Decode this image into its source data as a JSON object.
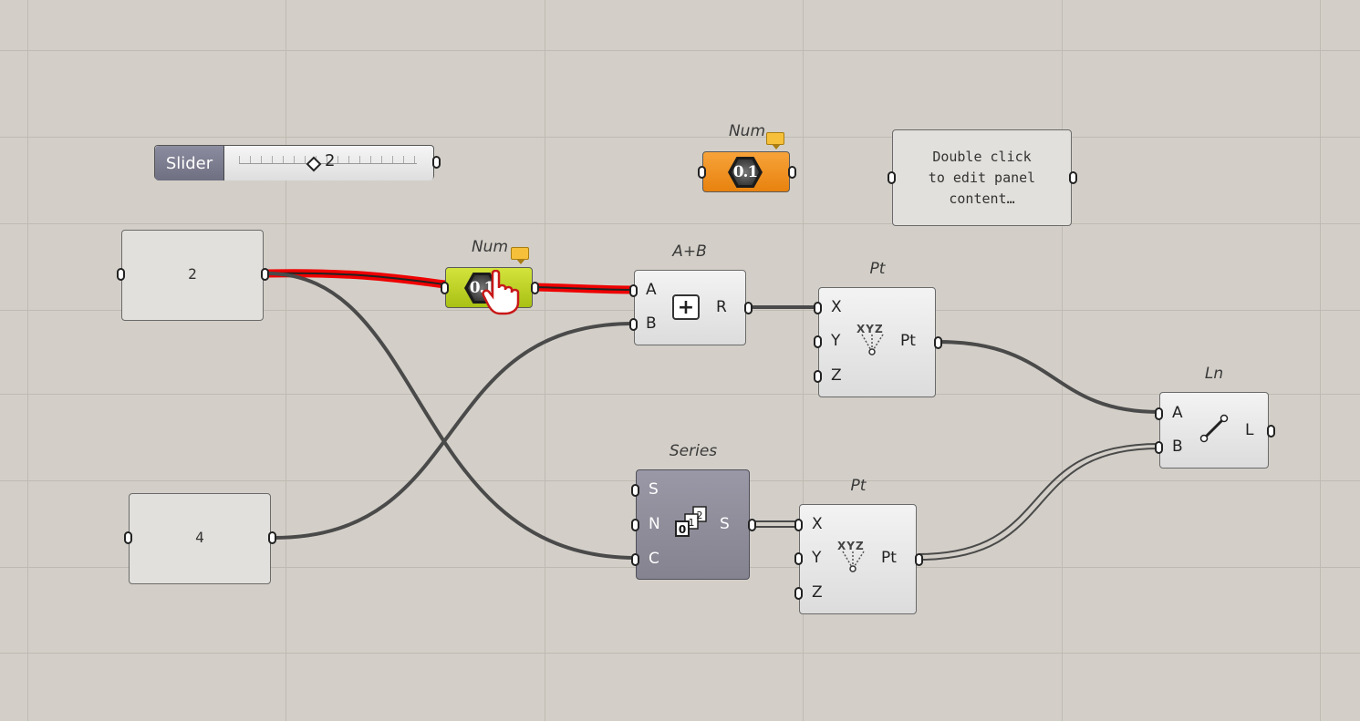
{
  "canvas": {
    "background": "#d3cfc8",
    "wire_color": "#4a4a4a",
    "selected_wire_color": "#ee0000"
  },
  "slider": {
    "label": "Slider",
    "value": "2"
  },
  "panels": [
    {
      "text": "2"
    },
    {
      "text": "4"
    },
    {
      "text_lines": [
        "Double click",
        "to edit panel",
        "content…"
      ]
    }
  ],
  "num_params": [
    {
      "title": "Num",
      "icon_text": "0.1",
      "color": "#f0901d"
    },
    {
      "title": "Num",
      "icon_text": "0.1",
      "color": "#bfd31d",
      "state": "dragging"
    }
  ],
  "addition": {
    "title": "A+B",
    "inputs": [
      "A",
      "B"
    ],
    "output": "R",
    "icon": "plus-icon"
  },
  "pt_top": {
    "title": "Pt",
    "inputs": [
      "X",
      "Y",
      "Z"
    ],
    "output": "Pt",
    "icon": "xyz-icon"
  },
  "pt_bottom": {
    "title": "Pt",
    "inputs": [
      "X",
      "Y",
      "Z"
    ],
    "output": "Pt",
    "icon": "xyz-icon"
  },
  "series": {
    "title": "Series",
    "inputs": [
      "S",
      "N",
      "C"
    ],
    "output": "S",
    "icon": "series-icon",
    "color": "#8e8c99"
  },
  "line": {
    "title": "Ln",
    "inputs": [
      "A",
      "B"
    ],
    "output": "L",
    "icon": "line-icon"
  },
  "cursor": {
    "icon": "hand-cursor-icon"
  }
}
